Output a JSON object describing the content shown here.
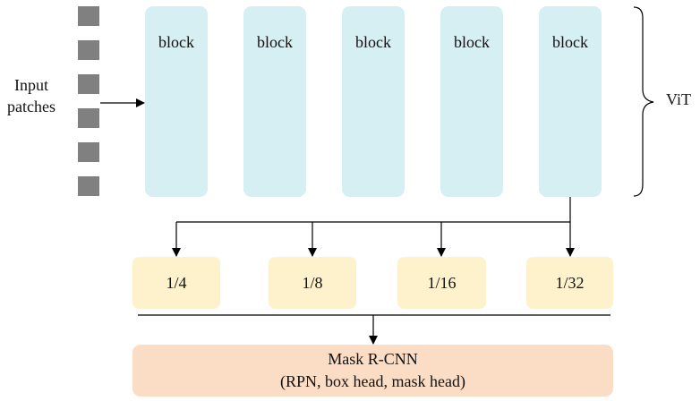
{
  "input_label": {
    "line1": "Input",
    "line2": "patches"
  },
  "blocks": [
    {
      "label": "block"
    },
    {
      "label": "block"
    },
    {
      "label": "block"
    },
    {
      "label": "block"
    },
    {
      "label": "block"
    }
  ],
  "vit_label": "ViT",
  "scales": [
    {
      "label": "1/4"
    },
    {
      "label": "1/8"
    },
    {
      "label": "1/16"
    },
    {
      "label": "1/32"
    }
  ],
  "head": {
    "line1": "Mask R-CNN",
    "line2": "(RPN, box head, mask head)"
  },
  "colors": {
    "patch": "#808080",
    "block": "#d5eff3",
    "scale": "#fdf2cc",
    "head": "#fbdcc4",
    "line": "#000000"
  }
}
